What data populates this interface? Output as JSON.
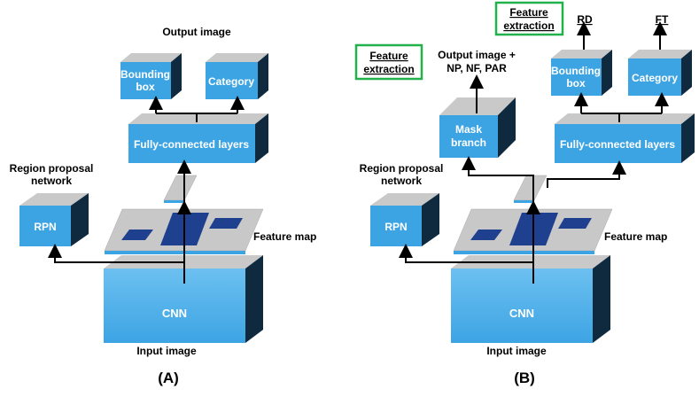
{
  "colors": {
    "box_face": "#3da4e4",
    "box_face_light": "#6cc0f0",
    "box_side": "#0f2a3f",
    "box_top": "#c9c9c9",
    "feature_dark": "#1f3f8f",
    "feature_plate": "#c8c8c8",
    "highlight_border": "#22b24c",
    "arrow": "#000000"
  },
  "diagram_a": {
    "panel_label": "(A)",
    "input_label": "Input image",
    "cnn_label": "CNN",
    "rpn_label": "RPN",
    "rpn_caption_line1": "Region proposal",
    "rpn_caption_line2": "network",
    "feature_map_label": "Feature map",
    "fc_label": "Fully-connected layers",
    "bbox_line1": "Bounding",
    "bbox_line2": "box",
    "category_label": "Category",
    "output_label": "Output image"
  },
  "diagram_b": {
    "panel_label": "(B)",
    "input_label": "Input image",
    "cnn_label": "CNN",
    "rpn_label": "RPN",
    "rpn_caption_line1": "Region proposal",
    "rpn_caption_line2": "network",
    "feature_map_label": "Feature map",
    "fc_label": "Fully-connected layers",
    "bbox_line1": "Bounding",
    "bbox_line2": "box",
    "category_label": "Category",
    "mask_line1": "Mask",
    "mask_line2": "branch",
    "output_line1": "Output image +",
    "output_line2": "NP, NF, PAR",
    "feature_extraction_left_line1": "Feature",
    "feature_extraction_left_line2": "extraction",
    "feature_extraction_top_line1": "Feature",
    "feature_extraction_top_line2": "extraction",
    "rd_label": "RD",
    "ft_label": "FT"
  }
}
